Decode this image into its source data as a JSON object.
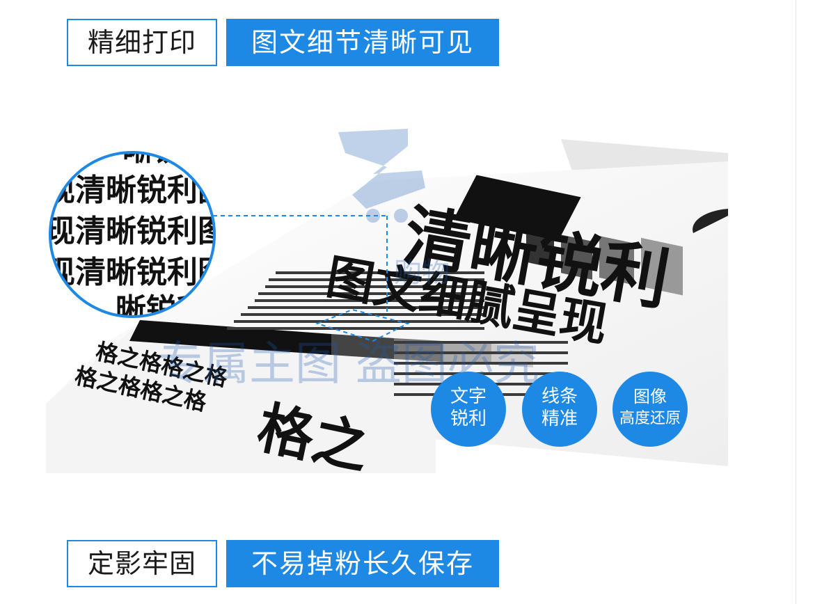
{
  "section1": {
    "label": "精细打印",
    "tag": "图文细节清晰可见"
  },
  "section2": {
    "label": "定影牢固",
    "tag": "不易掉粉长久保存"
  },
  "illustration": {
    "zoom_lines": [
      "晰锐",
      "现清晰锐利图",
      "现清晰锐利图",
      "现清晰锐利图",
      "晰锐利"
    ],
    "headline": "清晰锐利",
    "subheadline": "图文细腻呈现",
    "left_lines": [
      "格之格格之格",
      "格之格格之格"
    ],
    "big_char": "格之",
    "watermark_top": "购物",
    "watermark_bottom": "专属主图    盗图必究",
    "badges": [
      {
        "line1": "文字",
        "line2": "锐利"
      },
      {
        "line1": "线条",
        "line2": "精准"
      },
      {
        "line1": "图像",
        "line2": "高度还原"
      }
    ]
  },
  "colors": {
    "accent": "#1e88e5",
    "dark": "#111111"
  }
}
